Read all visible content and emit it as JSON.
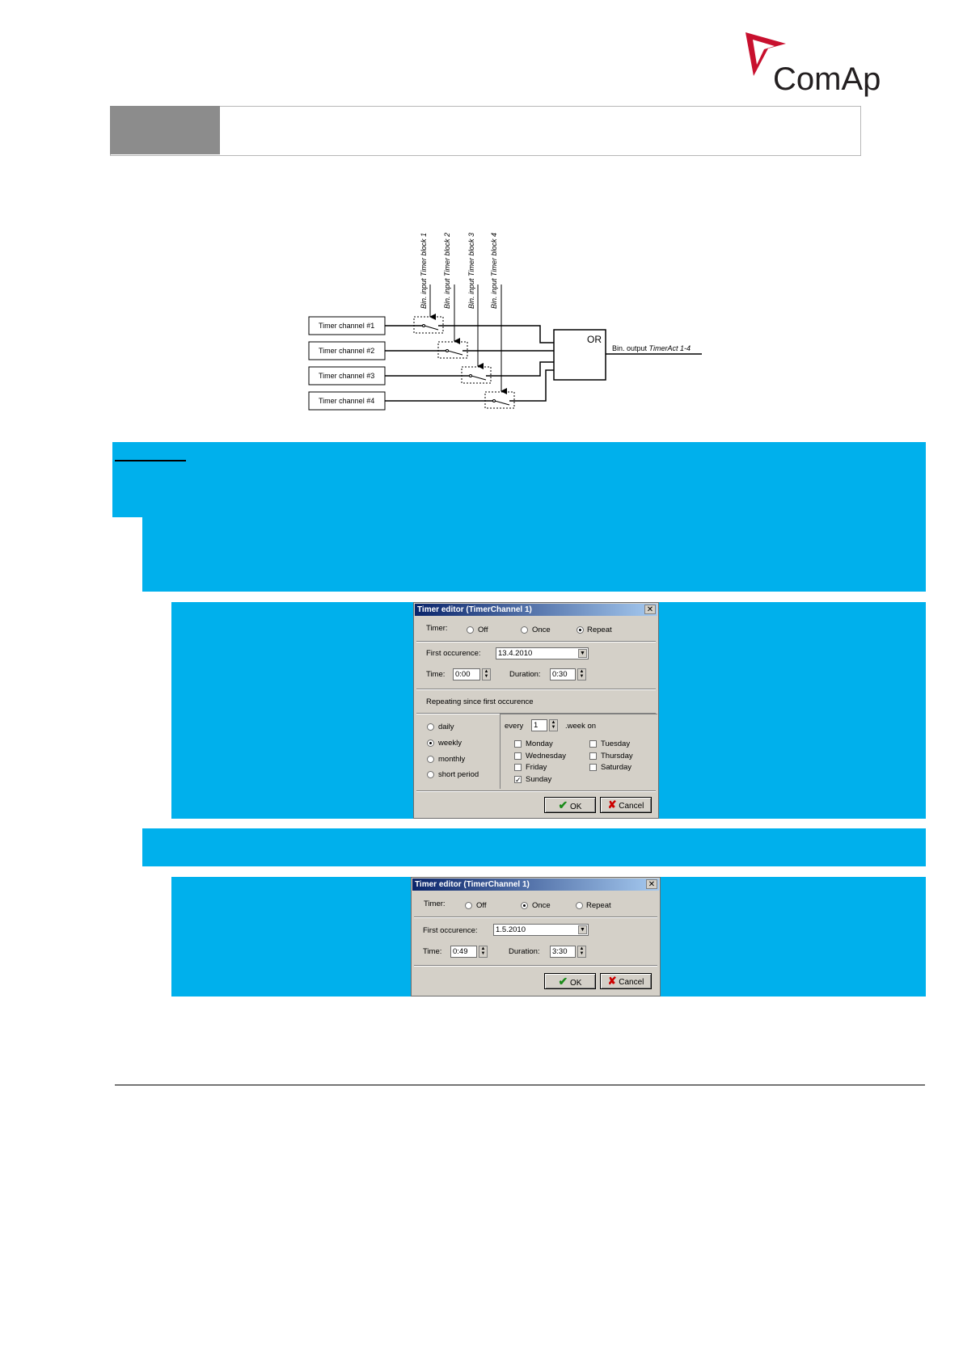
{
  "logo": {
    "text": "ComAp",
    "mark_color": "#c8102e"
  },
  "diagram": {
    "bin_inputs": [
      "Bin. input Timer block 1",
      "Bin. input Timer block 2",
      "Bin. input Timer block 3",
      "Bin. input Timer block 4"
    ],
    "channels": [
      "Timer channel #1",
      "Timer channel #2",
      "Timer channel #3",
      "Timer channel #4"
    ],
    "or_label": "OR",
    "output_prefix": "Bin. output ",
    "output_name": "TimerAct 1-4"
  },
  "dialog1": {
    "title": "Timer editor (TimerChannel 1)",
    "timer_label": "Timer:",
    "timer_options": [
      "Off",
      "Once",
      "Repeat"
    ],
    "timer_selected": "Repeat",
    "first_occurence_label": "First occurence:",
    "first_occurence_value": "13.4.2010",
    "time_label": "Time:",
    "time_value": "0:00",
    "duration_label": "Duration:",
    "duration_value": "0:30",
    "repeating_label": "Repeating since first occurence",
    "periods": [
      "daily",
      "weekly",
      "monthly",
      "short period"
    ],
    "period_selected": "weekly",
    "every_label": "every",
    "every_value": "1",
    "week_on_label": ".week on",
    "days": [
      {
        "name": "Monday",
        "checked": false
      },
      {
        "name": "Tuesday",
        "checked": false
      },
      {
        "name": "Wednesday",
        "checked": false
      },
      {
        "name": "Thursday",
        "checked": false
      },
      {
        "name": "Friday",
        "checked": false
      },
      {
        "name": "Saturday",
        "checked": false
      },
      {
        "name": "Sunday",
        "checked": true
      }
    ],
    "ok_label": "OK",
    "cancel_label": "Cancel"
  },
  "dialog2": {
    "title": "Timer editor (TimerChannel 1)",
    "timer_label": "Timer:",
    "timer_options": [
      "Off",
      "Once",
      "Repeat"
    ],
    "timer_selected": "Once",
    "first_occurence_label": "First occurence:",
    "first_occurence_value": "1.5.2010",
    "time_label": "Time:",
    "time_value": "0:49",
    "duration_label": "Duration:",
    "duration_value": "3:30",
    "ok_label": "OK",
    "cancel_label": "Cancel"
  },
  "colors": {
    "highlight_blue": "#00b0ec",
    "header_grey": "#8c8c8c"
  }
}
